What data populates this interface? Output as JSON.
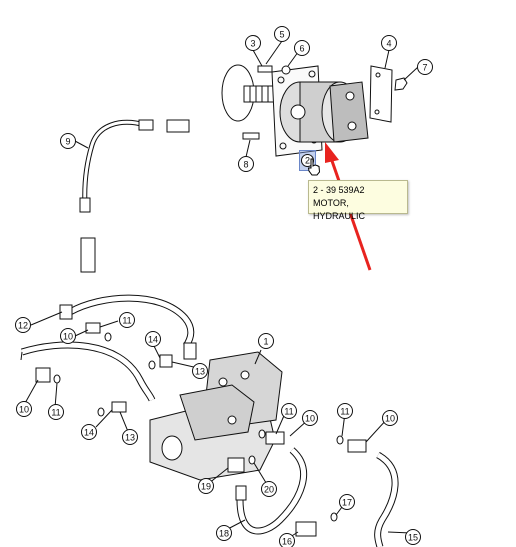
{
  "callouts": [
    {
      "id": "c1",
      "label": "1"
    },
    {
      "id": "c2",
      "label": "2"
    },
    {
      "id": "c3",
      "label": "3"
    },
    {
      "id": "c4",
      "label": "4"
    },
    {
      "id": "c5",
      "label": "5"
    },
    {
      "id": "c6",
      "label": "6"
    },
    {
      "id": "c7",
      "label": "7"
    },
    {
      "id": "c8",
      "label": "8"
    },
    {
      "id": "c9",
      "label": "9"
    },
    {
      "id": "c10a",
      "label": "10"
    },
    {
      "id": "c10b",
      "label": "10"
    },
    {
      "id": "c10c",
      "label": "10"
    },
    {
      "id": "c10d",
      "label": "10"
    },
    {
      "id": "c11a",
      "label": "11"
    },
    {
      "id": "c11b",
      "label": "11"
    },
    {
      "id": "c11c",
      "label": "11"
    },
    {
      "id": "c11d",
      "label": "11"
    },
    {
      "id": "c12",
      "label": "12"
    },
    {
      "id": "c13a",
      "label": "13"
    },
    {
      "id": "c13b",
      "label": "13"
    },
    {
      "id": "c14a",
      "label": "14"
    },
    {
      "id": "c14b",
      "label": "14"
    },
    {
      "id": "c15",
      "label": "15"
    },
    {
      "id": "c16",
      "label": "16"
    },
    {
      "id": "c17",
      "label": "17"
    },
    {
      "id": "c18",
      "label": "18"
    },
    {
      "id": "c19",
      "label": "19"
    },
    {
      "id": "c20",
      "label": "20"
    }
  ],
  "tooltip": {
    "line1": "2 -  39  539A2",
    "line2": "MOTOR, HYDRAULIC"
  },
  "highlight": {
    "callout": "2",
    "color": "#7896dc"
  },
  "arrow": {
    "color": "#e8231f"
  }
}
